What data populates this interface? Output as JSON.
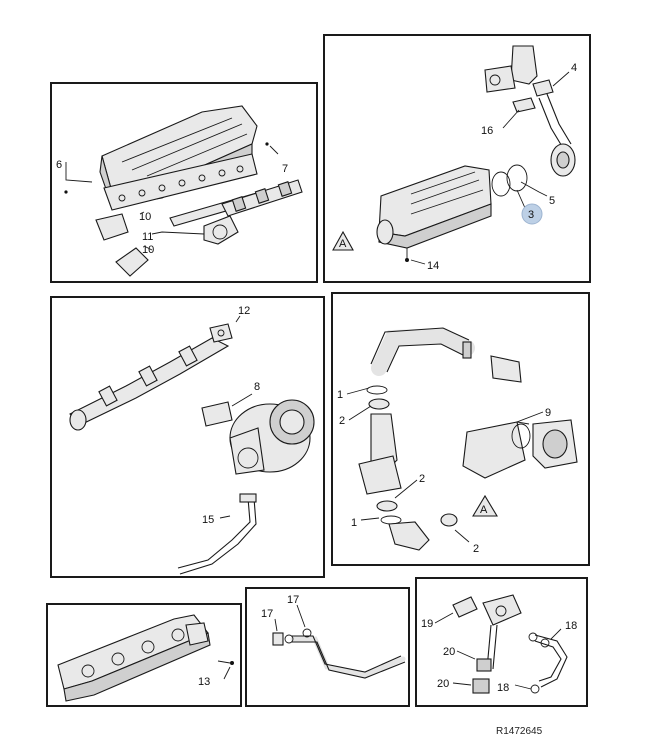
{
  "reference": "R1472645",
  "highlight_color": "#bdd0e6",
  "panels": [
    {
      "id": "cylinder-head",
      "callouts": [
        "6",
        "7",
        "10",
        "11",
        "10"
      ]
    },
    {
      "id": "egr-cooler",
      "callouts": [
        "4",
        "16",
        "5",
        "3",
        "14"
      ],
      "markers": [
        "A"
      ],
      "highlighted_callout": "3"
    },
    {
      "id": "turbo-manifold",
      "callouts": [
        "12",
        "8",
        "15"
      ]
    },
    {
      "id": "air-intake",
      "callouts": [
        "1",
        "2",
        "9",
        "2",
        "1",
        "2"
      ],
      "markers": [
        "A"
      ]
    },
    {
      "id": "intake-manifold",
      "callouts": [
        "13"
      ]
    },
    {
      "id": "breather-pipe",
      "callouts": [
        "17",
        "17"
      ]
    },
    {
      "id": "egr-valve-lines",
      "callouts": [
        "19",
        "18",
        "20",
        "20",
        "18"
      ]
    }
  ]
}
